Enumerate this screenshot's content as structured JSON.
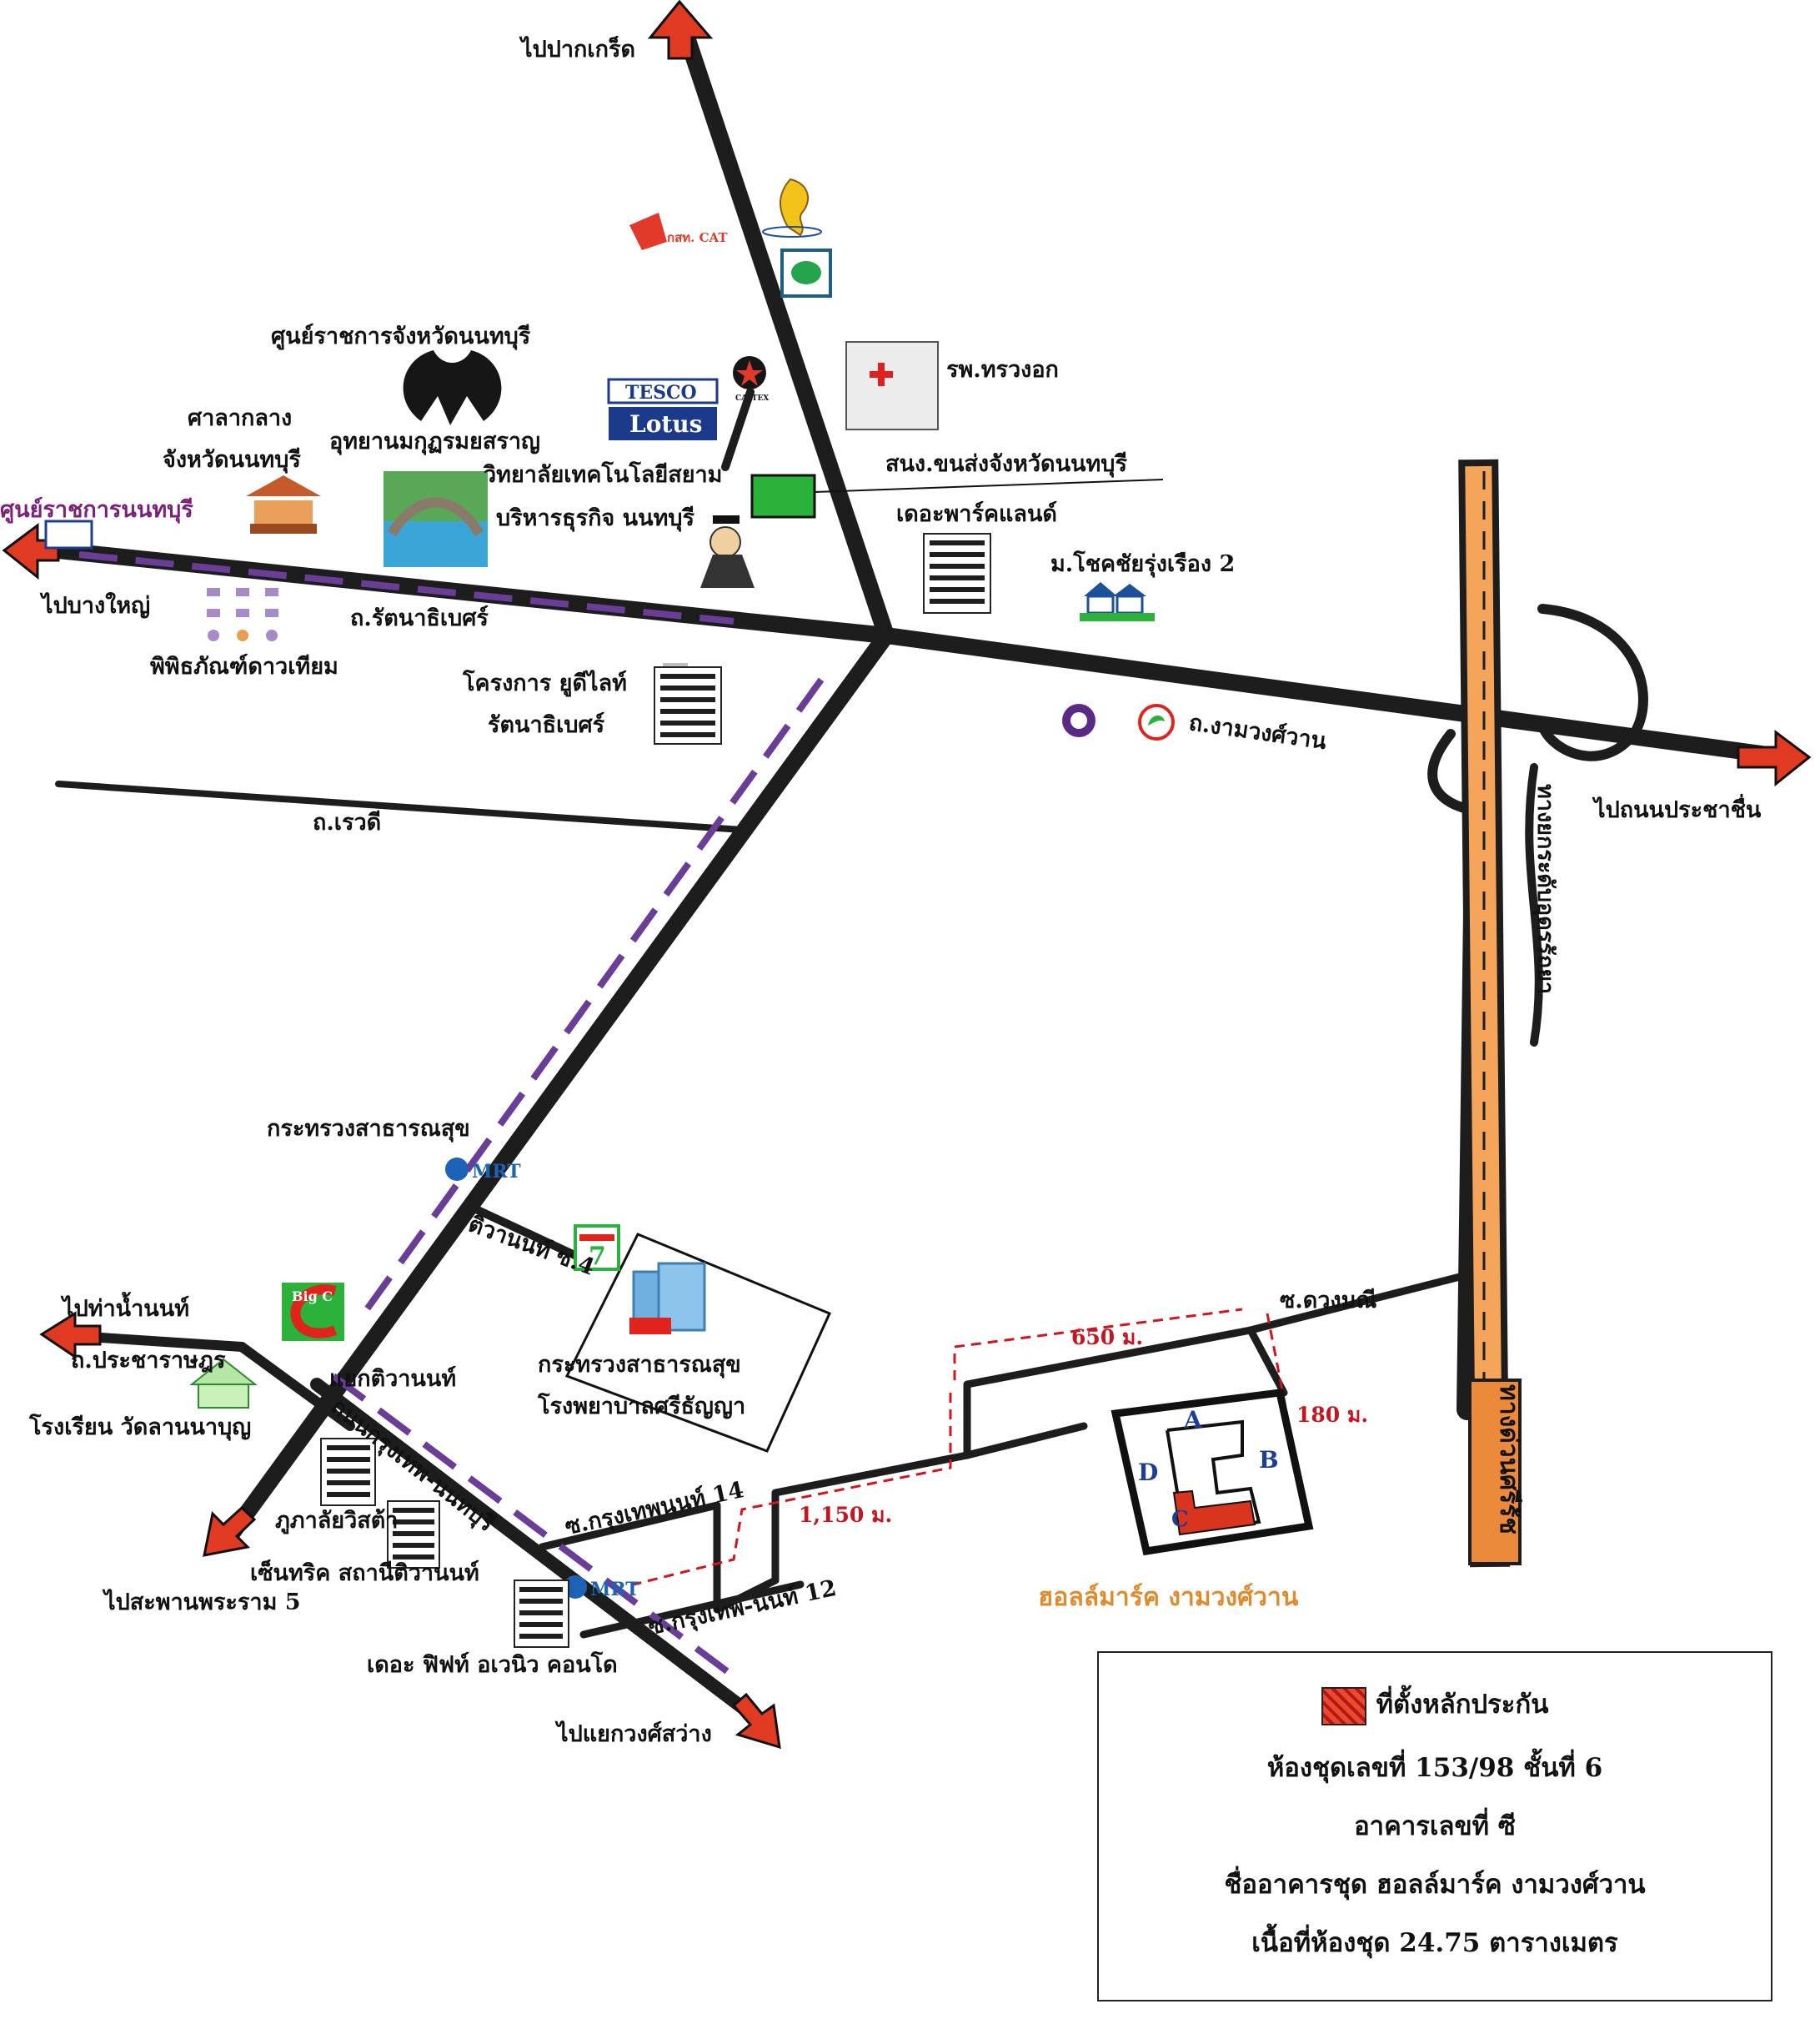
{
  "colors": {
    "road": "#1d1d1d",
    "expressway": "#f4a55a",
    "purple_line": "#6a3d97",
    "arrow_red": "#e03a23",
    "dimension_red": "#d3141c",
    "project_orange": "#e08a2c",
    "collateral_red": "#d8341e"
  },
  "labels": {
    "to_pakkret": "ไปปากเกร็ด",
    "cat_logo": "กสท. CAT",
    "nonthaburi_gov_center": "ศูนย์ราชการจังหวัดนนทบุรี",
    "tesco": "TESCO",
    "lotus": "Lotus",
    "caltex": "CALTEX",
    "hospital_tawangok": "รพ.ทรวงอก",
    "court_line1": "ศาลากลาง",
    "court_line2": "จังหวัดนนทบุรี",
    "rommayasaran_park": "อุทยานมกุฏรมยสราญ",
    "siam_tech_line1": "วิทยาลัยเทคโนโลยีสยาม",
    "siam_tech_line2": "บริหารธุรกิจ นนทบุรี",
    "transport_office": "สนง.ขนส่งจังหวัดนนทบุรี",
    "the_parkland": "เดอะพาร์คแลนด์",
    "chokchai_village": "ม.โชคชัยรุ่งเรือง 2",
    "gov_center_sign": "ศูนย์ราชการนนทบุรี",
    "to_bangyai": "ไปบางใหญ่",
    "rattanathibet_rd": "ถ.รัตนาธิเบศร์",
    "museum": "พิพิธภัณฑ์ดาวเทียม",
    "udelight_line1": "โครงการ ยูดีไลท์",
    "udelight_line2": "รัตนาธิเบศร์",
    "ngamwongwan_rd": "ถ.งามวงศ์วาน",
    "to_prachachuen": "ไปถนนประชาชื่น",
    "ravadee_rd": "ถ.เรวดี",
    "expressway_vertical": "ทางยกระดับอุดรรัถยา",
    "expressway_bottom": "ทางด่วนศรีรัช",
    "ministry_mrt": "กระทรวงสาธารณสุข",
    "mrt": "MRT",
    "tiwanon_soi4": "ติวานนท์ ซ.4",
    "ministry_line1": "กระทรวงสาธารณสุข",
    "ministry_line2": "โรงพยาบาลศรีธัญญา",
    "to_tha_nam_non": "ไปท่าน้ำนนท์",
    "big_c": "Big C",
    "pracharat_rd": "ถ.ประชาราษฎร",
    "wat_lan_na_school": "โรงเรียน วัดลานนาบุญ",
    "tiwanon_junction": "แยกติวานนท์",
    "krungthep_nonthaburi_rd": "ถนนกรุงเทพ-นนทบุรี",
    "phupha_vista": "ภูภาลัยวิสต้า",
    "centric_tiwanon": "เซ็นทริค สถานีติวานนท์",
    "to_rama5_bridge": "ไปสะพานพระราม 5",
    "fifth_avenue": "เดอะ ฟิฟท์ อเวนิว คอนโด",
    "to_wong_sawang": "ไปแยกวงศ์สว่าง",
    "soi_duangmanee": "ซ.ดวงมณี",
    "soi_krungthep_14": "ซ.กรุงเทพนนท์ 14",
    "soi_krungthep_12": "ซ.กรุงเทพ-นนท์ 12",
    "dist_650": "650 ม.",
    "dist_180": "180 ม.",
    "dist_1150": "1,150 ม.",
    "project_name": "ฮอลล์มาร์ค งามวงศ์วาน",
    "bldg_a": "A",
    "bldg_b": "B",
    "bldg_c": "C",
    "bldg_d": "D",
    "seven_eleven": "7"
  },
  "legend": {
    "line1": "ที่ตั้งหลักประกัน",
    "line2": "ห้องชุดเลขที่ 153/98 ชั้นที่ 6",
    "line3": "อาคารเลขที่ ซี",
    "line4": "ชื่ออาคารชุด ฮอลล์มาร์ค งามวงศ์วาน",
    "line5": "เนื้อที่ห้องชุด 24.75 ตารางเมตร"
  }
}
